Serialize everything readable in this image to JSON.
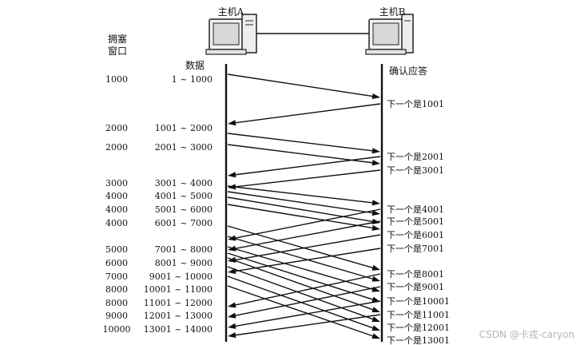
{
  "hosts": {
    "a_label": "主机A",
    "b_label": "主机B"
  },
  "header": {
    "cwnd_label_line1": "拥塞",
    "cwnd_label_line2": "窗口",
    "data_label": "数据",
    "ack_label": "确认应答"
  },
  "rows": [
    {
      "cwnd": "1000",
      "data": "1 ~ 1000"
    },
    {
      "cwnd": "2000",
      "data": "1001 ~ 2000"
    },
    {
      "cwnd": "2000",
      "data": "2001 ~ 3000"
    },
    {
      "cwnd": "3000",
      "data": "3001 ~ 4000"
    },
    {
      "cwnd": "4000",
      "data": "4001 ~ 5000"
    },
    {
      "cwnd": "4000",
      "data": "5001 ~ 6000"
    },
    {
      "cwnd": "4000",
      "data": "6001 ~ 7000"
    },
    {
      "cwnd": "5000",
      "data": "7001 ~ 8000"
    },
    {
      "cwnd": "6000",
      "data": "8001 ~ 9000"
    },
    {
      "cwnd": "7000",
      "data": "9001 ~ 10000"
    },
    {
      "cwnd": "8000",
      "data": "10001 ~ 11000"
    },
    {
      "cwnd": "8000",
      "data": "11001 ~ 12000"
    },
    {
      "cwnd": "9000",
      "data": "12001 ~ 13000"
    },
    {
      "cwnd": "10000",
      "data": "13001 ~ 14000"
    }
  ],
  "acks": [
    "下一个是1001",
    "下一个是2001",
    "下一个是3001",
    "下一个是4001",
    "下一个是5001",
    "下一个是6001",
    "下一个是7001",
    "下一个是8001",
    "下一个是9001",
    "下一个是10001",
    "下一个是11001",
    "下一个是12001",
    "下一个是13001"
  ],
  "watermark": "CSDN @卡戎-caryon"
}
